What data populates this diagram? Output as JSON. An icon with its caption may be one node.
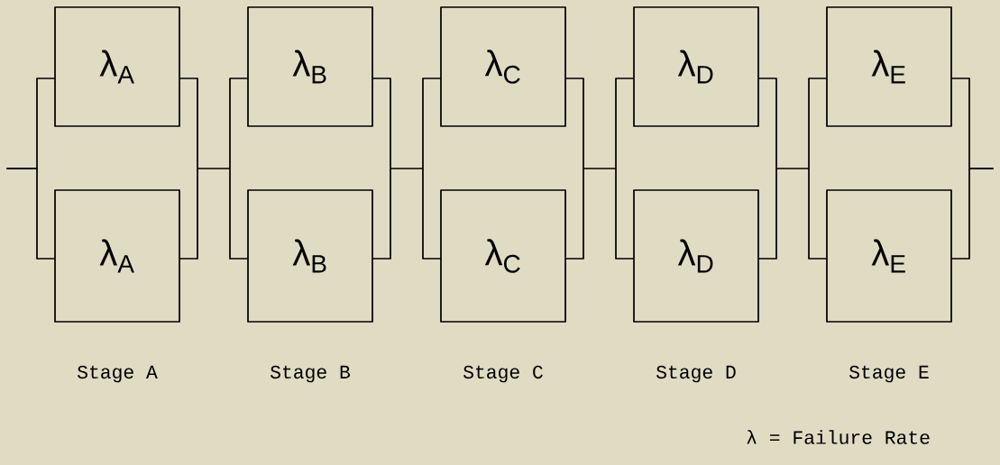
{
  "diagram": {
    "nodes": [
      {
        "text": [
          "λ$_{A}$"
        ]
      },
      {
        "text": [
          "λ$_{A}$"
        ]
      },
      {
        "text": [
          "λ$_{B}$"
        ]
      },
      {
        "text": [
          "λ$_{B}$"
        ]
      },
      {
        "text": [
          "λ$_{C}$"
        ]
      },
      {
        "text": [
          "λ$_{C}$"
        ]
      },
      {
        "text": [
          "λ$_{D}$"
        ]
      },
      {
        "text": [
          "λ$_{D}$"
        ]
      },
      {
        "text": [
          "λ$_{E}$"
        ]
      },
      {
        "text": [
          "λ$_{E}$"
        ]
      }
    ],
    "edges": [
      {
        "from": null,
        "to": 0,
        "arrow": "none"
      },
      {
        "from": null,
        "to": 1,
        "arrow": "none"
      },
      {
        "from": 0,
        "to": 2,
        "arrow": "none"
      },
      {
        "from": 0,
        "to": 3,
        "arrow": "none"
      },
      {
        "from": 1,
        "to": 2,
        "arrow": "none"
      },
      {
        "from": 1,
        "to": 3,
        "arrow": "none"
      },
      {
        "from": 2,
        "to": 4,
        "arrow": "none"
      },
      {
        "from": 2,
        "to": 5,
        "arrow": "none"
      },
      {
        "from": 3,
        "to": 4,
        "arrow": "none"
      },
      {
        "from": 3,
        "to": 5,
        "arrow": "none"
      },
      {
        "from": 4,
        "to": 6,
        "arrow": "none"
      },
      {
        "from": 4,
        "to": 7,
        "arrow": "none"
      },
      {
        "from": 5,
        "to": 6,
        "arrow": "none"
      },
      {
        "from": 5,
        "to": 7,
        "arrow": "none"
      },
      {
        "from": 6,
        "to": 8,
        "arrow": "none"
      },
      {
        "from": 6,
        "to": 9,
        "arrow": "none"
      },
      {
        "from": 7,
        "to": 8,
        "arrow": "none"
      },
      {
        "from": 7,
        "to": 9,
        "arrow": "none"
      },
      {
        "from": 8,
        "to": null,
        "arrow": "none"
      },
      {
        "from": 9,
        "to": null,
        "arrow": "none"
      }
    ],
    "labels": [
      "Stage A",
      "Stage B",
      "Stage C",
      "Stage D",
      "Stage E",
      "λ = Failure Rate"
    ]
  }
}
